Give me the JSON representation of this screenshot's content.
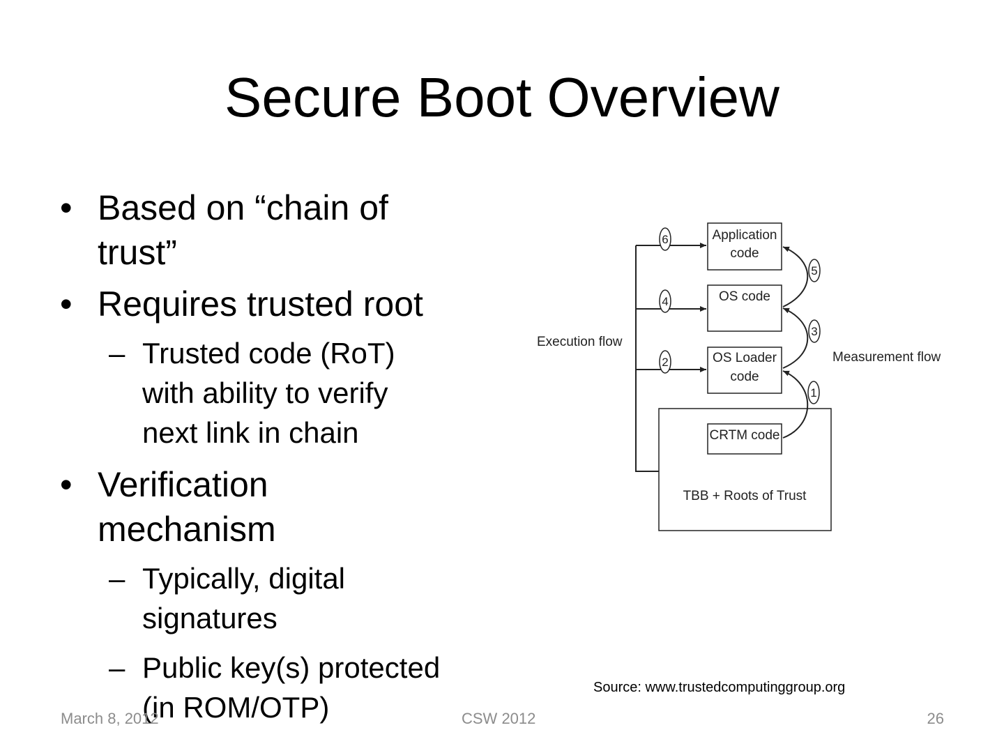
{
  "slide": {
    "title": "Secure Boot Overview",
    "bullets": [
      {
        "text": "Based on “chain of trust”",
        "lines": [
          "Based on “chain of",
          "trust”"
        ],
        "subs": []
      },
      {
        "text": "Requires trusted root",
        "lines": [
          "Requires trusted root"
        ],
        "subs": [
          {
            "lines": [
              "Trusted code (RoT)",
              "with ability to verify",
              "next link in chain"
            ]
          }
        ]
      },
      {
        "text": "Verification mechanism",
        "lines": [
          "Verification",
          "mechanism"
        ],
        "subs": [
          {
            "lines": [
              "Typically, digital",
              "signatures"
            ]
          },
          {
            "lines": [
              "Public key(s) protected",
              "(in ROM/OTP)"
            ]
          }
        ]
      }
    ],
    "bullet_glyph": "•",
    "sub_glyph": "–",
    "source": "Source: www.trustedcomputinggroup.org",
    "footer": {
      "date": "March 8, 2012",
      "conference": "CSW 2012",
      "page": "26"
    }
  },
  "diagram": {
    "execution_flow_label": "Execution flow",
    "measurement_flow_label": "Measurement flow",
    "boxes": {
      "app": [
        "Application",
        "code"
      ],
      "os": [
        "OS code"
      ],
      "loader": [
        "OS Loader",
        "code"
      ],
      "crtm": [
        "CRTM code"
      ],
      "tbb": [
        "TBB + Roots of Trust"
      ]
    },
    "execution_steps": [
      "6",
      "4",
      "2"
    ],
    "measurement_steps": [
      "5",
      "3",
      "1"
    ]
  }
}
